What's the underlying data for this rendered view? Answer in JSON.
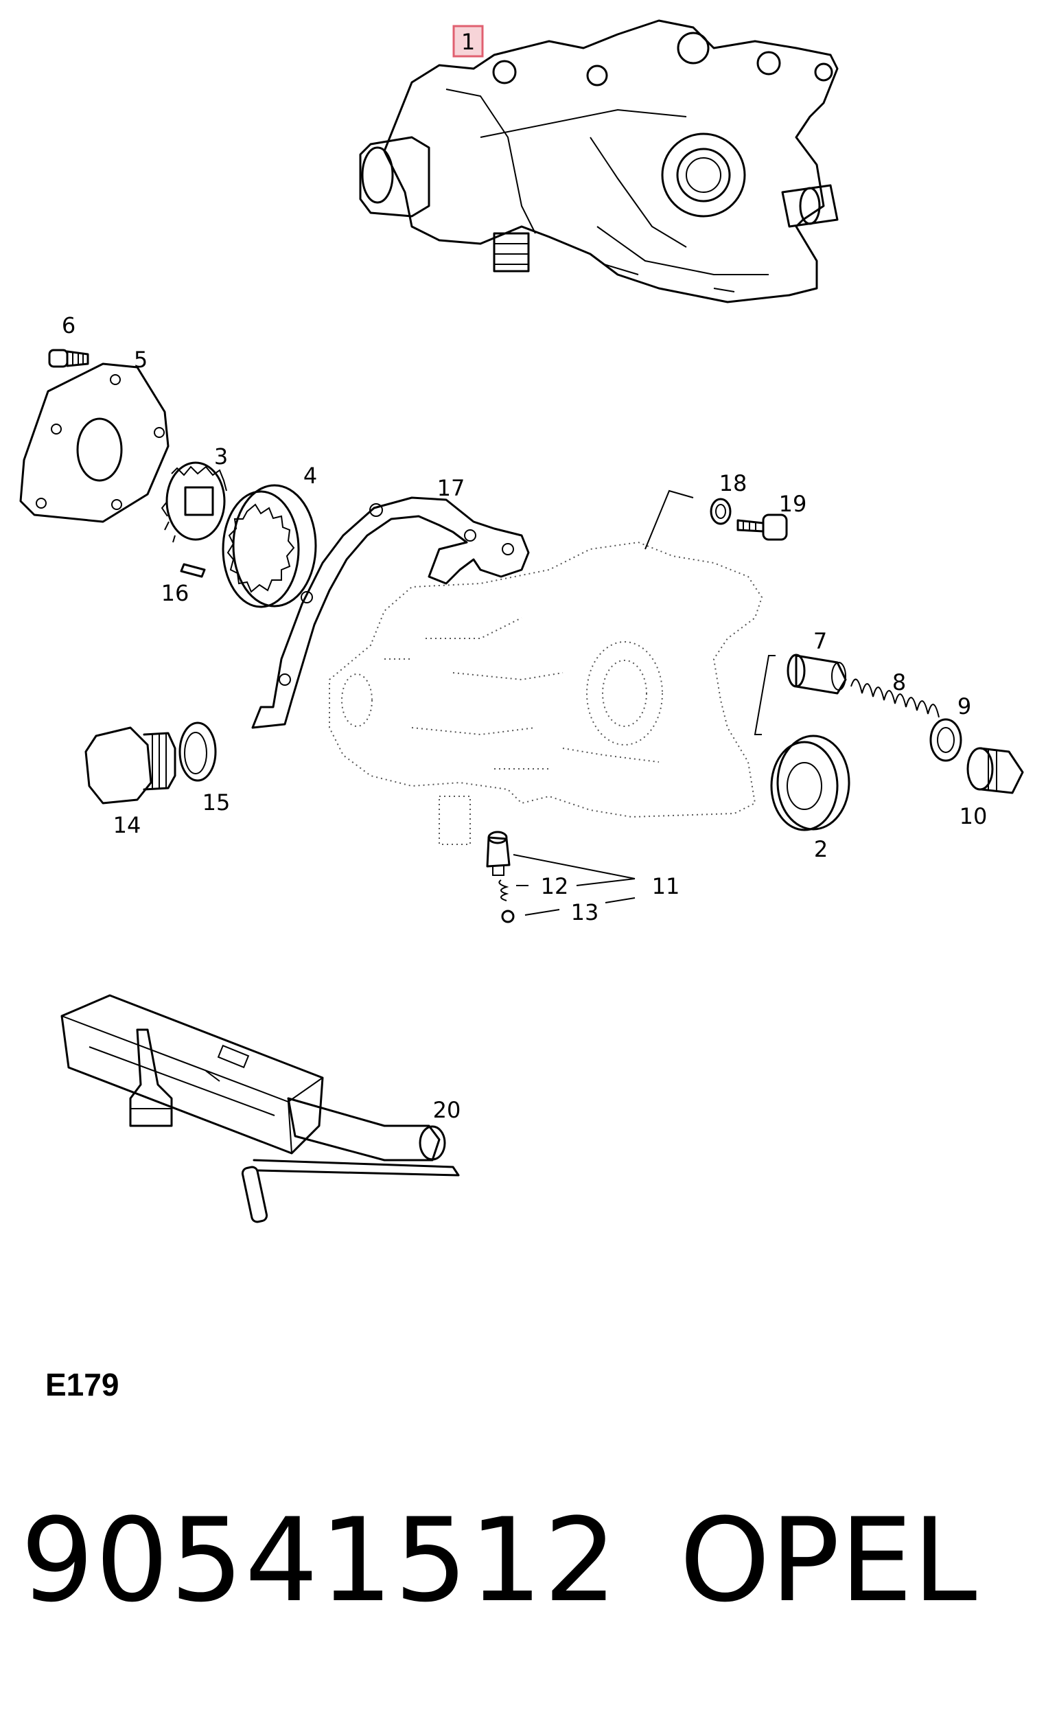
{
  "diagram": {
    "code": "E179",
    "highlighted_callout": "1",
    "highlight_color": "#e06070",
    "callouts": [
      {
        "id": "c1",
        "label": "1",
        "part": "oil-pump-housing"
      },
      {
        "id": "c2",
        "label": "2",
        "part": "oil-seal"
      },
      {
        "id": "c3",
        "label": "3",
        "part": "inner-gear"
      },
      {
        "id": "c4",
        "label": "4",
        "part": "outer-gear"
      },
      {
        "id": "c5",
        "label": "5",
        "part": "cover-plate"
      },
      {
        "id": "c6",
        "label": "6",
        "part": "cover-screw"
      },
      {
        "id": "c7",
        "label": "7",
        "part": "relief-piston"
      },
      {
        "id": "c8",
        "label": "8",
        "part": "relief-spring"
      },
      {
        "id": "c9",
        "label": "9",
        "part": "seal-ring"
      },
      {
        "id": "c10",
        "label": "10",
        "part": "relief-plug"
      },
      {
        "id": "c11",
        "label": "11",
        "part": "valve-assembly"
      },
      {
        "id": "c12",
        "label": "12",
        "part": "valve-spring"
      },
      {
        "id": "c13",
        "label": "13",
        "part": "ball"
      },
      {
        "id": "c14",
        "label": "14",
        "part": "drain-plug"
      },
      {
        "id": "c15",
        "label": "15",
        "part": "plug-washer"
      },
      {
        "id": "c16",
        "label": "16",
        "part": "pin"
      },
      {
        "id": "c17",
        "label": "17",
        "part": "gasket"
      },
      {
        "id": "c18",
        "label": "18",
        "part": "lock-washer"
      },
      {
        "id": "c19",
        "label": "19",
        "part": "bolt"
      },
      {
        "id": "c20",
        "label": "20",
        "part": "sealant-kit"
      }
    ]
  },
  "part_number": "90541512",
  "brand": "OPEL"
}
